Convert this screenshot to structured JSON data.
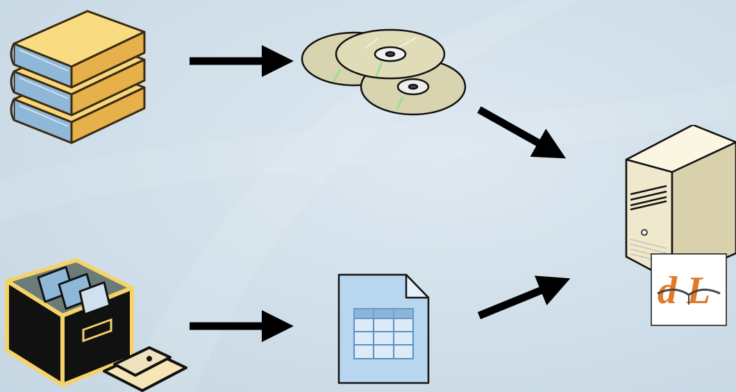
{
  "diagram": {
    "nodes": [
      {
        "id": "books",
        "icon": "books-icon"
      },
      {
        "id": "cds",
        "icon": "cd-discs-icon"
      },
      {
        "id": "card-catalog",
        "icon": "card-catalog-icon"
      },
      {
        "id": "spreadsheet",
        "icon": "spreadsheet-document-icon"
      },
      {
        "id": "server",
        "icon": "server-icon"
      }
    ],
    "edges": [
      {
        "from": "books",
        "to": "cds"
      },
      {
        "from": "card-catalog",
        "to": "spreadsheet"
      },
      {
        "from": "cds",
        "to": "server"
      },
      {
        "from": "spreadsheet",
        "to": "server"
      }
    ],
    "logo": {
      "text_1": "d",
      "text_2": "L",
      "color": "#e07a2a",
      "book_color": "#444444"
    },
    "colors": {
      "arrow": "#000000",
      "background": "#d2e0ea",
      "book_cover": "#f2c45a",
      "book_pages": "#8fb8d8",
      "server_body": "#efe8cc",
      "document": "#b9d6f0",
      "catalog_box": "#111111",
      "catalog_outline": "#f5d36a"
    }
  }
}
